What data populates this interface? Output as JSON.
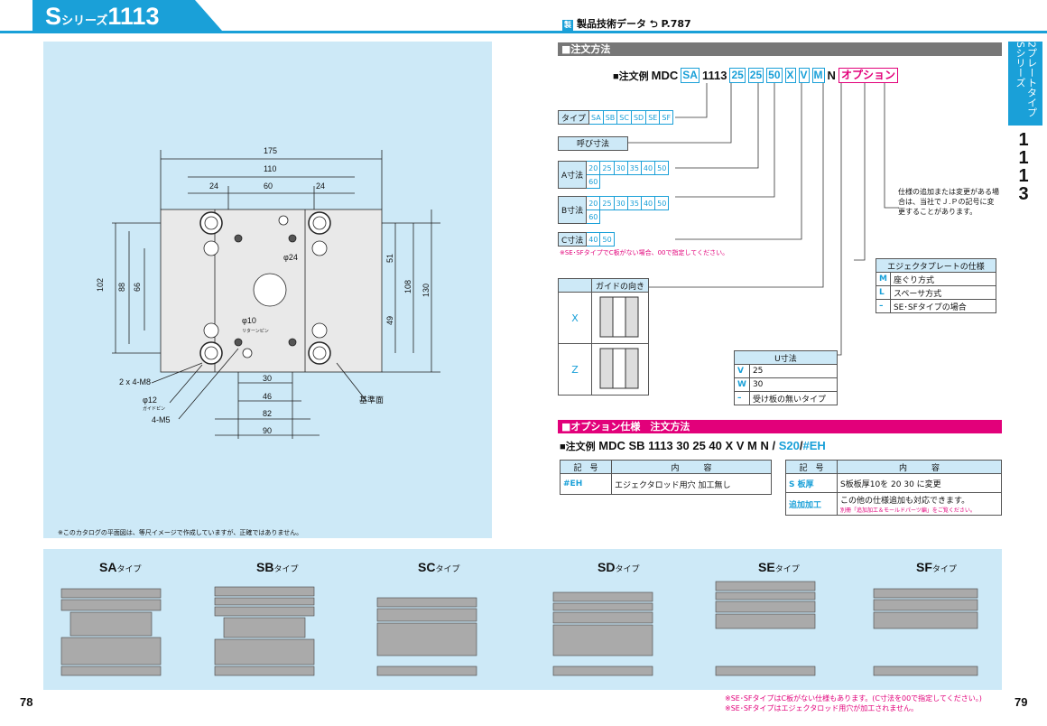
{
  "header": {
    "series_s": "S",
    "series_small": "シリーズ",
    "series_num": "1113",
    "tech_icon": "製",
    "tech_ref": "製品技術データ ⮌ P.787"
  },
  "side_tab": {
    "label": "2プレートタイプ Sシリーズ",
    "number": "1113"
  },
  "drawing": {
    "dims_top": [
      "175",
      "110",
      "24",
      "60",
      "24"
    ],
    "dims_left": [
      "102",
      "88",
      "66"
    ],
    "dims_right": [
      "51",
      "49",
      "108",
      "130"
    ],
    "dims_bottom": [
      "30",
      "46",
      "82",
      "90"
    ],
    "phi24": "φ24",
    "phi10": "φ10",
    "return_pin": "リターンピン",
    "callouts": [
      "2 x 4-M8",
      "φ12",
      "ガイドピン",
      "4-M5"
    ],
    "datum": "基準面",
    "note": "※このカタログの平面図は、等尺イメージで作成していますが、正確ではありません。"
  },
  "order": {
    "section": "■注文方法",
    "example_label": "■注文例",
    "prefix": "MDC",
    "codes": [
      "SA",
      "1113",
      "25",
      "25",
      "50",
      "X",
      "V",
      "M",
      "N"
    ],
    "option": "オプション",
    "type_label": "タイプ",
    "types": [
      "SA",
      "SB",
      "SC",
      "SD",
      "SE",
      "SF"
    ],
    "nominal": "呼び寸法",
    "a_label": "A寸法",
    "b_label": "B寸法",
    "ab_values": [
      "20",
      "25",
      "30",
      "35",
      "40",
      "50",
      "60"
    ],
    "c_label": "C寸法",
    "c_values": [
      "40",
      "50"
    ],
    "c_note": "※SE･SFタイプでC板がない場合、00で指定してください。",
    "guide_title": "ガイドの向き",
    "guide_rows": [
      "X",
      "Z"
    ],
    "ejector_title": "エジェクタプレートの仕様",
    "ejector_rows": [
      [
        "M",
        "座ぐり方式"
      ],
      [
        "L",
        "スペーサ方式"
      ],
      [
        "–",
        "SE･SFタイプの場合"
      ]
    ],
    "u_title": "U寸法",
    "u_rows": [
      [
        "V",
        "25"
      ],
      [
        "W",
        "30"
      ],
      [
        "–",
        "受け板の無いタイプ"
      ]
    ],
    "jp_note": "仕様の追加または変更がある場合は、当社でＪ.Ｐの記号に変更することがあります。"
  },
  "option": {
    "section": "■オプション仕様　注文方法",
    "example_label": "■注文例",
    "example": "MDC SB 1113 30 25 40 X V M N /",
    "s20": "S20",
    "slash": "/",
    "eh": "#EH",
    "th_code": "記　号",
    "th_content": "内　　　容",
    "left_rows": [
      [
        "#EH",
        "エジェクタロッド用穴 加工無し"
      ]
    ],
    "right_rows": [
      [
        "S 板厚",
        "S板板厚10を 20 30 に変更"
      ],
      [
        "追加加工",
        "この他の仕様追加も対応できます。"
      ]
    ],
    "right_note": "別冊「追加加工＆モールドパーツ編」をご覧ください。"
  },
  "types_row": [
    {
      "name": "SA",
      "suffix": "タイプ"
    },
    {
      "name": "SB",
      "suffix": "タイプ"
    },
    {
      "name": "SC",
      "suffix": "タイプ"
    },
    {
      "name": "SD",
      "suffix": "タイプ"
    },
    {
      "name": "SE",
      "suffix": "タイプ"
    },
    {
      "name": "SF",
      "suffix": "タイプ"
    }
  ],
  "page": {
    "left": "78",
    "right": "79"
  },
  "footnotes": [
    "※SE･SFタイプはC板がない仕様もあります。(C寸法を00で指定してください。)",
    "※SE･SFタイプはエジェクタロッド用穴が加工されません。"
  ],
  "colors": {
    "accent": "#1aa0d8",
    "panel": "#cde9f7",
    "pink": "#e2007a",
    "gray": "#777777"
  }
}
